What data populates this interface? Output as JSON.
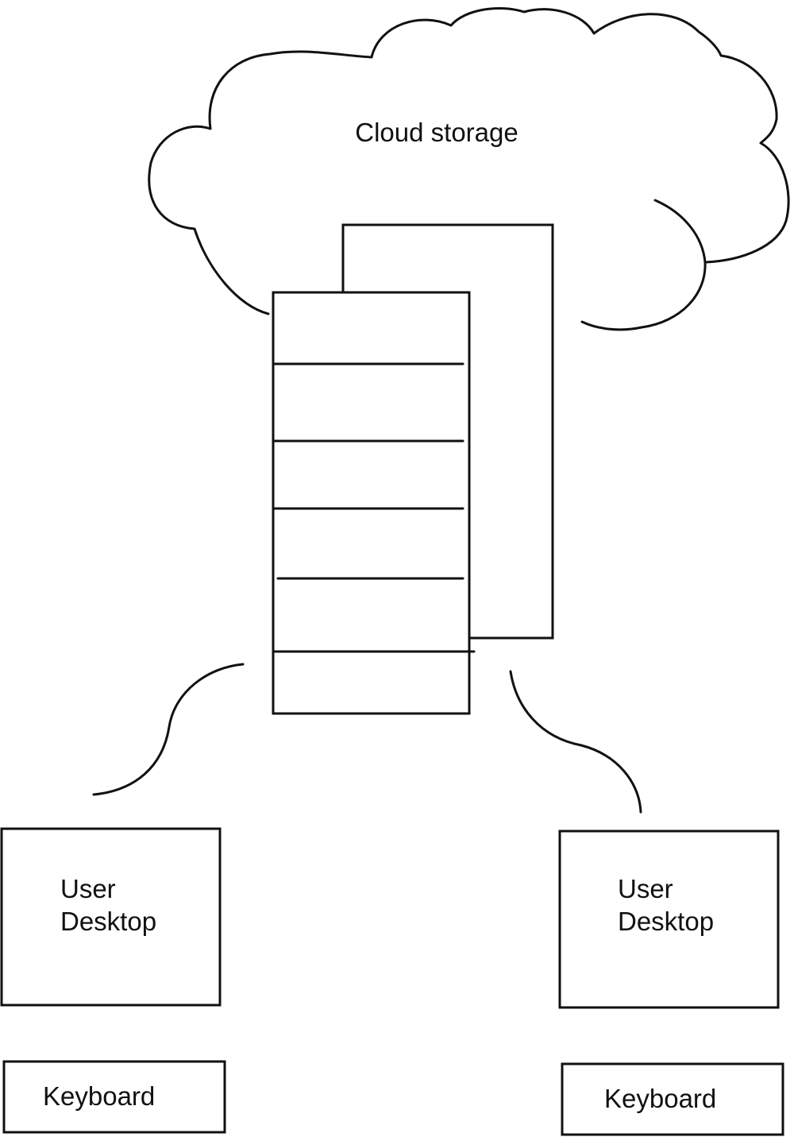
{
  "diagram": {
    "cloud_label": "Cloud storage",
    "desktops": [
      {
        "line1": "User",
        "line2": "Desktop"
      },
      {
        "line1": "User",
        "line2": "Desktop"
      }
    ],
    "keyboards": [
      {
        "label": "Keyboard"
      },
      {
        "label": "Keyboard"
      }
    ],
    "colors": {
      "stroke": "#111111",
      "background": "#ffffff"
    },
    "icons": [
      "cloud-icon",
      "server-rack-icon"
    ]
  }
}
